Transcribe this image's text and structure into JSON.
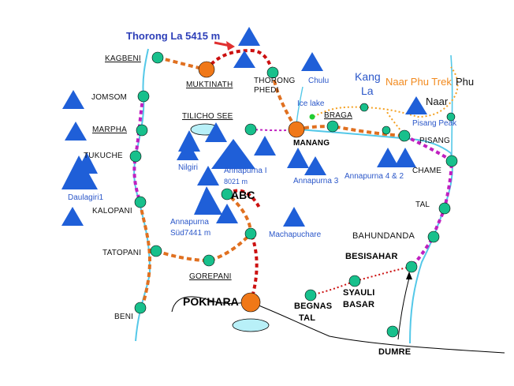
{
  "title": "Thorong La 5415 m",
  "colors": {
    "river": "#54c8e8",
    "trail_orange": "#e07020",
    "trail_magenta": "#c020c0",
    "trail_red": "#cc1010",
    "trail_yellow": "#f4a020",
    "node": "#18c08c",
    "hub": "#f07818",
    "peak": "#1f5fd8",
    "lake": "#b8f0f8",
    "road": "#000000"
  },
  "places": {
    "kagbeni": "KAGBENI",
    "muktinath": "MUKTINATH",
    "thorong_phedi_1": "THORONG",
    "thorong_phedi_2": "PHEDI",
    "jomsom": "JOMSOM",
    "marpha": "MARPHA",
    "tukuche": "TUKUCHE",
    "kalopani": "KALOPANI",
    "tatopani": "TATOPANI",
    "gorepani": "GOREPANI",
    "beni": "BENI",
    "pokhara": "POKHARA",
    "abc": "ABC",
    "tilicho": "TILICHO SEE",
    "manang": "MANANG",
    "braga": "BRAGA",
    "pisang": "PISANG",
    "chame": "CHAME",
    "tal": "TAL",
    "bahundanda": "BAHUNDANDA",
    "besisahar": "BESISAHAR",
    "syauli": "SYAULI",
    "basar": "BASAR",
    "begnas": "BEGNAS",
    "tal2": "TAL",
    "dumre": "DUMRE",
    "naar": "Naar",
    "phu": "Phu"
  },
  "peaks": {
    "chulu": "Chulu",
    "nilgiri": "Nilgiri",
    "annapurna1": "Annapurna I",
    "annapurna1_alt": "8021 m",
    "annapurna3": "Annapurna 3",
    "annapurna42": "Annapurna 4 & 2",
    "pisang_peak": "Pisang Peak",
    "daulagiri": "Daulagiri1",
    "machapuchare": "Machapuchare",
    "annapurna_sud1": "Annapurna",
    "annapurna_sud2": "Süd7441 m"
  },
  "features": {
    "ice_lake": "Ice lake",
    "kang_la_1": "Kang",
    "kang_la_2": "La",
    "naar_phu_trek": "Naar Phu Trek"
  }
}
